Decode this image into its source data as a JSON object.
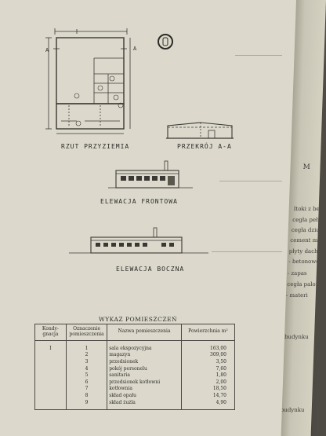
{
  "drawings": {
    "plan_caption": "RZUT PRZYZIEMIA",
    "section_caption": "PRZEKRÓJ A-A",
    "section_marker": "A",
    "front_caption": "ELEWACJA FRONTOWA",
    "side_caption": "ELEWACJA BOCZNA"
  },
  "table": {
    "title": "WYKAZ POMIESZCZEŃ",
    "headers": {
      "kondygnacja": "Kondy- gnacja",
      "oznaczenie": "Oznaczenie pomieszczenia",
      "nazwa": "Nazwa pomieszczenia",
      "powierzchnia": "Powierzchnia m²"
    },
    "kondygnacja_value": "I",
    "rows": [
      {
        "nr": "1",
        "name": "sala ekspozycyjna",
        "area": "163,00"
      },
      {
        "nr": "2",
        "name": "magazyn",
        "area": "309,00"
      },
      {
        "nr": "3",
        "name": "przedsionek",
        "area": "3,50"
      },
      {
        "nr": "4",
        "name": "pokój personelu",
        "area": "7,60"
      },
      {
        "nr": "5",
        "name": "sanitaria",
        "area": "1,80"
      },
      {
        "nr": "6",
        "name": "przedsionek kotłowni",
        "area": "2,00"
      },
      {
        "nr": "7",
        "name": "kotłownia",
        "area": "18,50"
      },
      {
        "nr": "8",
        "name": "skład opału",
        "area": "14,70"
      },
      {
        "nr": "9",
        "name": "skład żużla",
        "area": "4,90"
      }
    ]
  },
  "right_page": {
    "words": [
      "M",
      "Itoki z beto",
      "cegła pełna",
      "cegła dziura",
      "cement mark",
      "płyty dachow",
      "- betonowe",
      "- zapas",
      "cegła palone",
      "- materi",
      "budynku",
      "budynku"
    ]
  }
}
